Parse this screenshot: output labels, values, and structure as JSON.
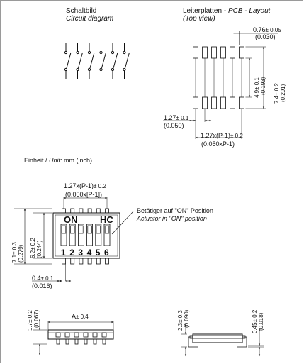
{
  "circuit": {
    "title": "Schaltbild",
    "subtitle": "Circuit diagram"
  },
  "pcb": {
    "title": "Leiterplatten - ",
    "title_italic": "PCB - Layout",
    "subtitle": "(Top view)",
    "pad_width": "0.76",
    "pad_width_tol": "± 0.05",
    "pad_width_inch": "(0.030)",
    "pad_gap": "4.9",
    "pad_gap_tol": "± 0.1",
    "pad_gap_inch": "(0.193)",
    "overall": "7.4",
    "overall_tol": "± 0.2",
    "overall_inch": "(0.291)",
    "pitch": "1.27",
    "pitch_tol": "± 0.1",
    "pitch_inch": "(0.050)",
    "span": "1.27x(P-1)",
    "span_tol": "± 0.2",
    "span_inch": "(0.050xP-1)"
  },
  "unit": {
    "prefix": "Einheit / ",
    "label": "Unit",
    "value": ": mm (inch)"
  },
  "switch": {
    "top_span": "1.27x(P-1)",
    "top_span_tol": "± 0.2",
    "top_span_inch": "(0.050x[P-1])",
    "on_label": "ON",
    "brand_label": "HC",
    "positions": [
      "1",
      "2",
      "3",
      "4",
      "5",
      "6"
    ],
    "callout_de": "Betätiger auf \"ON\" Position",
    "callout_en": "Actuator in \"ON\" position",
    "height_outer": "7.1",
    "height_outer_tol": "± 0.3",
    "height_outer_inch": "(0.279)",
    "height_inner": "6.2",
    "height_inner_tol": "± 0.2",
    "height_inner_inch": "(0.244)",
    "pin_width": "0.4",
    "pin_width_tol": "± 0.1",
    "pin_width_inch": "(0.016)"
  },
  "side": {
    "height": "1.7",
    "height_tol": "± 0.2",
    "height_inch": "(0.067)",
    "length_label": "A",
    "length_tol": "± 0.4"
  },
  "end": {
    "height": "2.3",
    "height_tol": "± 0.3",
    "height_inch": "(0.090)",
    "thickness": "0.45",
    "thickness_tol": "± 0.2",
    "thickness_inch": "(0.018)"
  }
}
